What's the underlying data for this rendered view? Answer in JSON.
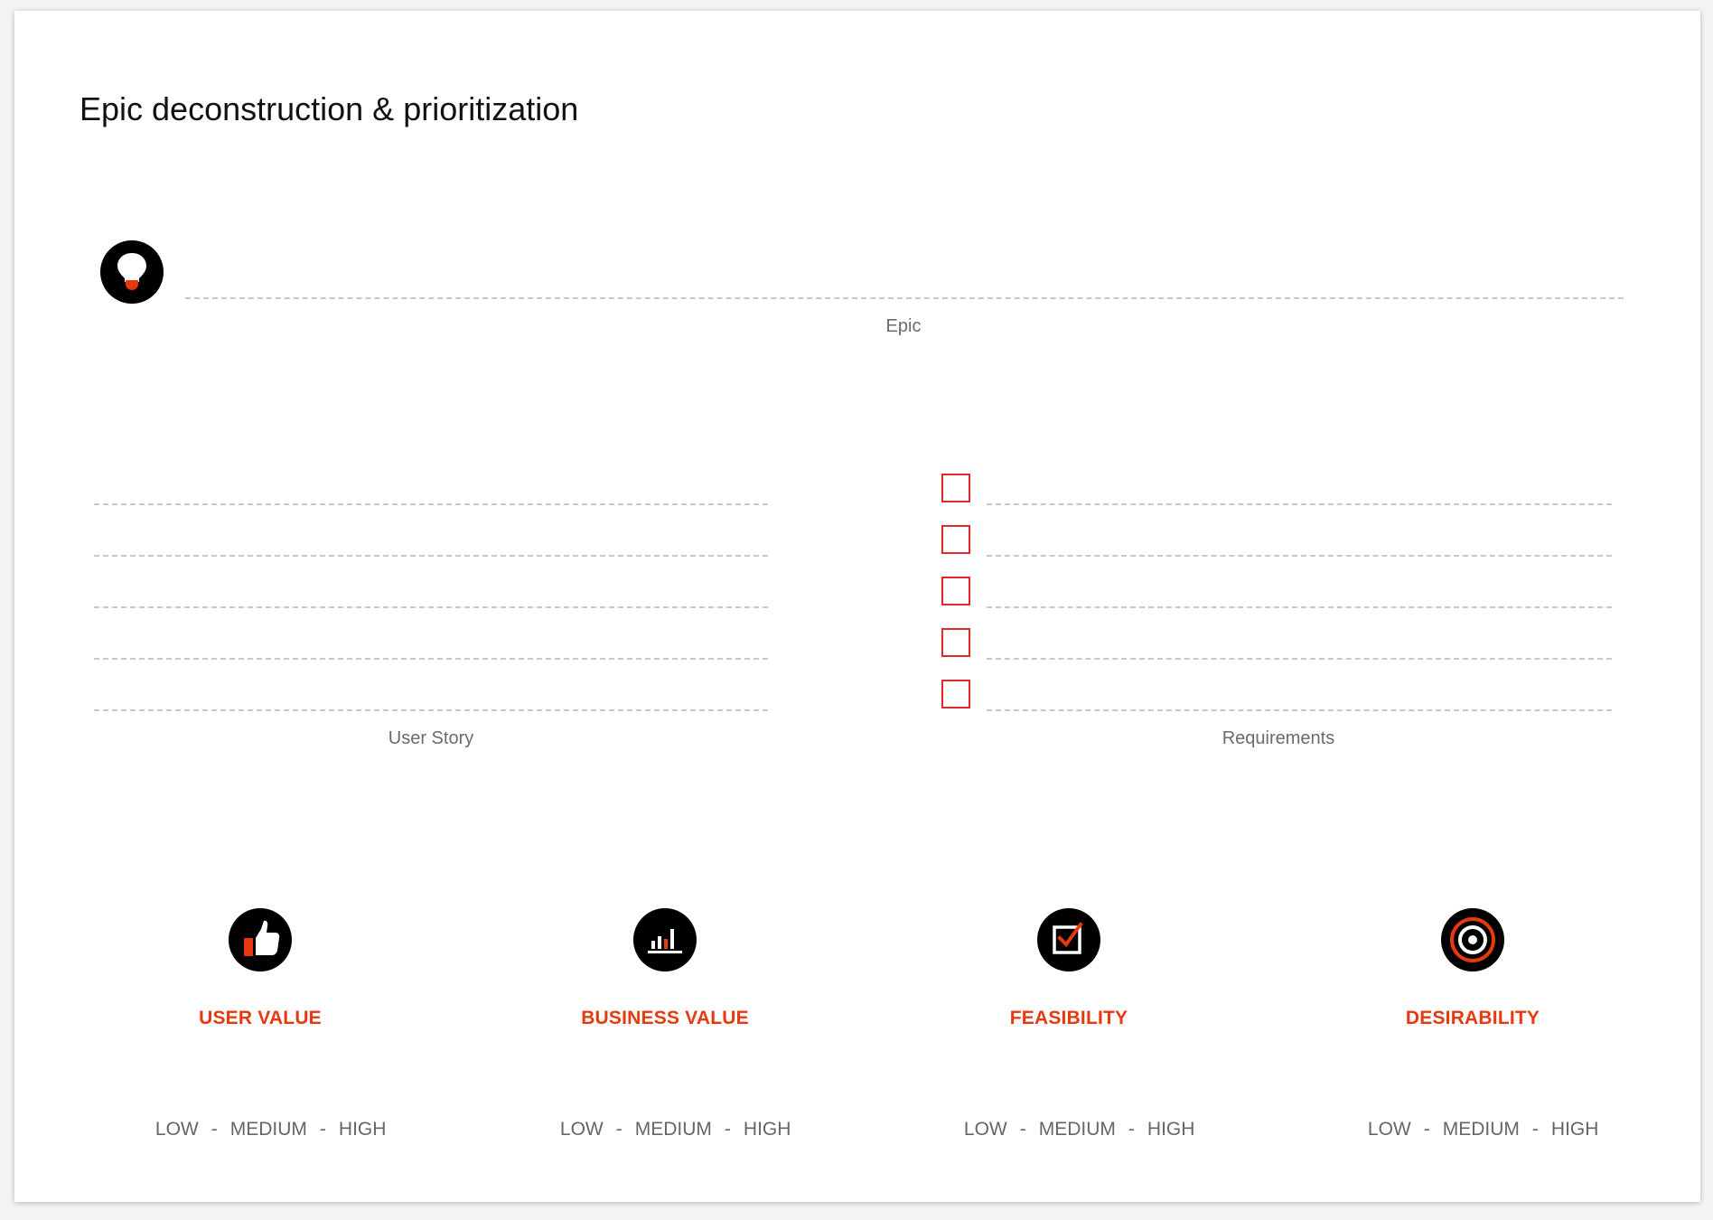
{
  "title": "Epic deconstruction & prioritization",
  "epic": {
    "label": "Epic",
    "icon": "lightbulb-icon"
  },
  "user_story": {
    "label": "User Story",
    "line_count": 5
  },
  "requirements": {
    "label": "Requirements",
    "checkbox_count": 5
  },
  "criteria": [
    {
      "label": "USER VALUE",
      "icon": "thumbs-up-icon",
      "scale": [
        "LOW",
        "MEDIUM",
        "HIGH"
      ]
    },
    {
      "label": "BUSINESS VALUE",
      "icon": "bar-chart-icon",
      "scale": [
        "LOW",
        "MEDIUM",
        "HIGH"
      ]
    },
    {
      "label": "FEASIBILITY",
      "icon": "checkbox-icon",
      "scale": [
        "LOW",
        "MEDIUM",
        "HIGH"
      ]
    },
    {
      "label": "DESIRABILITY",
      "icon": "target-icon",
      "scale": [
        "LOW",
        "MEDIUM",
        "HIGH"
      ]
    }
  ],
  "scale_separator": "-",
  "colors": {
    "accent": "#e8380d",
    "checkbox": "#e02a2a",
    "icon_bg": "#000000",
    "dash": "#c8c8c8"
  }
}
